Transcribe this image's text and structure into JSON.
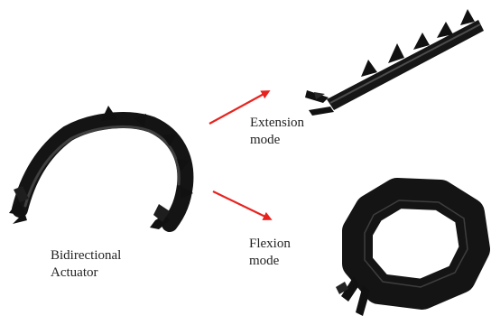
{
  "labels": {
    "bidirectional": [
      "Bidirectional",
      "Actuator"
    ],
    "extension": [
      "Extension",
      "mode"
    ],
    "flexion": [
      "Flexion",
      "mode"
    ]
  },
  "colors": {
    "arrow": "#e8231f",
    "actuator_body": "#141414",
    "actuator_highlight": "#5a5a5a",
    "text": "#222222"
  }
}
